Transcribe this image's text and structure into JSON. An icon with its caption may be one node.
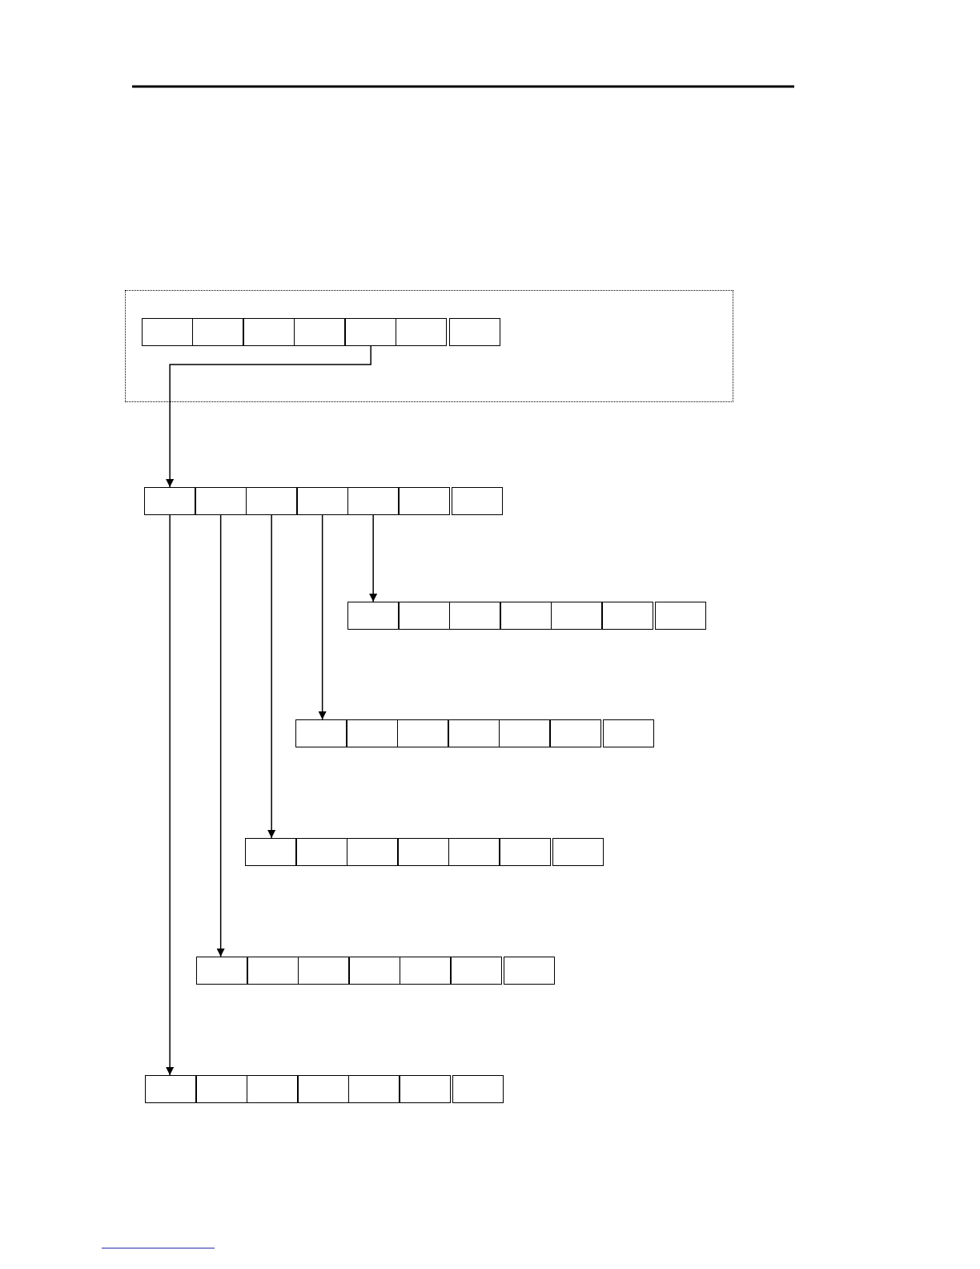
{
  "diagram": {
    "nodes": [
      {
        "text": [],
        "shape": "box"
      },
      {
        "text": [],
        "shape": "box",
        "in": 0
      },
      {
        "text": [],
        "shape": "box",
        "in": 0
      },
      {
        "text": [],
        "shape": "box",
        "in": 0
      },
      {
        "text": [],
        "shape": "box",
        "in": 0
      },
      {
        "text": [],
        "shape": "box",
        "in": 0
      },
      {
        "text": [],
        "shape": "box",
        "in": 0
      },
      {
        "text": [],
        "shape": "box",
        "in": 0
      },
      {
        "text": [],
        "shape": "box"
      },
      {
        "text": [],
        "shape": "box"
      },
      {
        "text": [],
        "shape": "box"
      },
      {
        "text": [],
        "shape": "box"
      },
      {
        "text": [],
        "shape": "box"
      },
      {
        "text": [],
        "shape": "box"
      },
      {
        "text": [],
        "shape": "box"
      },
      {
        "text": [],
        "shape": "box"
      },
      {
        "text": [],
        "shape": "box"
      },
      {
        "text": [],
        "shape": "box"
      },
      {
        "text": [],
        "shape": "box"
      },
      {
        "text": [],
        "shape": "box"
      },
      {
        "text": [],
        "shape": "box"
      },
      {
        "text": [],
        "shape": "box"
      },
      {
        "text": [],
        "shape": "box"
      },
      {
        "text": [],
        "shape": "box"
      },
      {
        "text": [],
        "shape": "box"
      },
      {
        "text": [],
        "shape": "box"
      },
      {
        "text": [],
        "shape": "box"
      },
      {
        "text": [],
        "shape": "box"
      },
      {
        "text": [],
        "shape": "box"
      },
      {
        "text": [],
        "shape": "box"
      },
      {
        "text": [],
        "shape": "box"
      },
      {
        "text": [],
        "shape": "box"
      },
      {
        "text": [],
        "shape": "box"
      },
      {
        "text": [],
        "shape": "box"
      },
      {
        "text": [],
        "shape": "box"
      },
      {
        "text": [],
        "shape": "box"
      },
      {
        "text": [],
        "shape": "box"
      },
      {
        "text": [],
        "shape": "box"
      },
      {
        "text": [],
        "shape": "box"
      },
      {
        "text": [],
        "shape": "box"
      },
      {
        "text": [],
        "shape": "box"
      },
      {
        "text": [],
        "shape": "box"
      },
      {
        "text": [],
        "shape": "box"
      },
      {
        "text": [],
        "shape": "box"
      },
      {
        "text": [],
        "shape": "box"
      },
      {
        "text": [],
        "shape": "box"
      },
      {
        "text": [],
        "shape": "box"
      },
      {
        "text": [],
        "shape": "box"
      },
      {
        "text": [],
        "shape": "box"
      },
      {
        "text": [],
        "shape": "box"
      }
    ],
    "edges": [
      {
        "from": 5,
        "to": 8,
        "arrow": "to"
      },
      {
        "from": 12,
        "to": 15,
        "arrow": "to"
      },
      {
        "from": 11,
        "to": 22,
        "arrow": "to"
      },
      {
        "from": 10,
        "to": 29,
        "arrow": "to"
      },
      {
        "from": 9,
        "to": 36,
        "arrow": "to"
      },
      {
        "from": 8,
        "to": 43,
        "arrow": "to"
      }
    ]
  }
}
